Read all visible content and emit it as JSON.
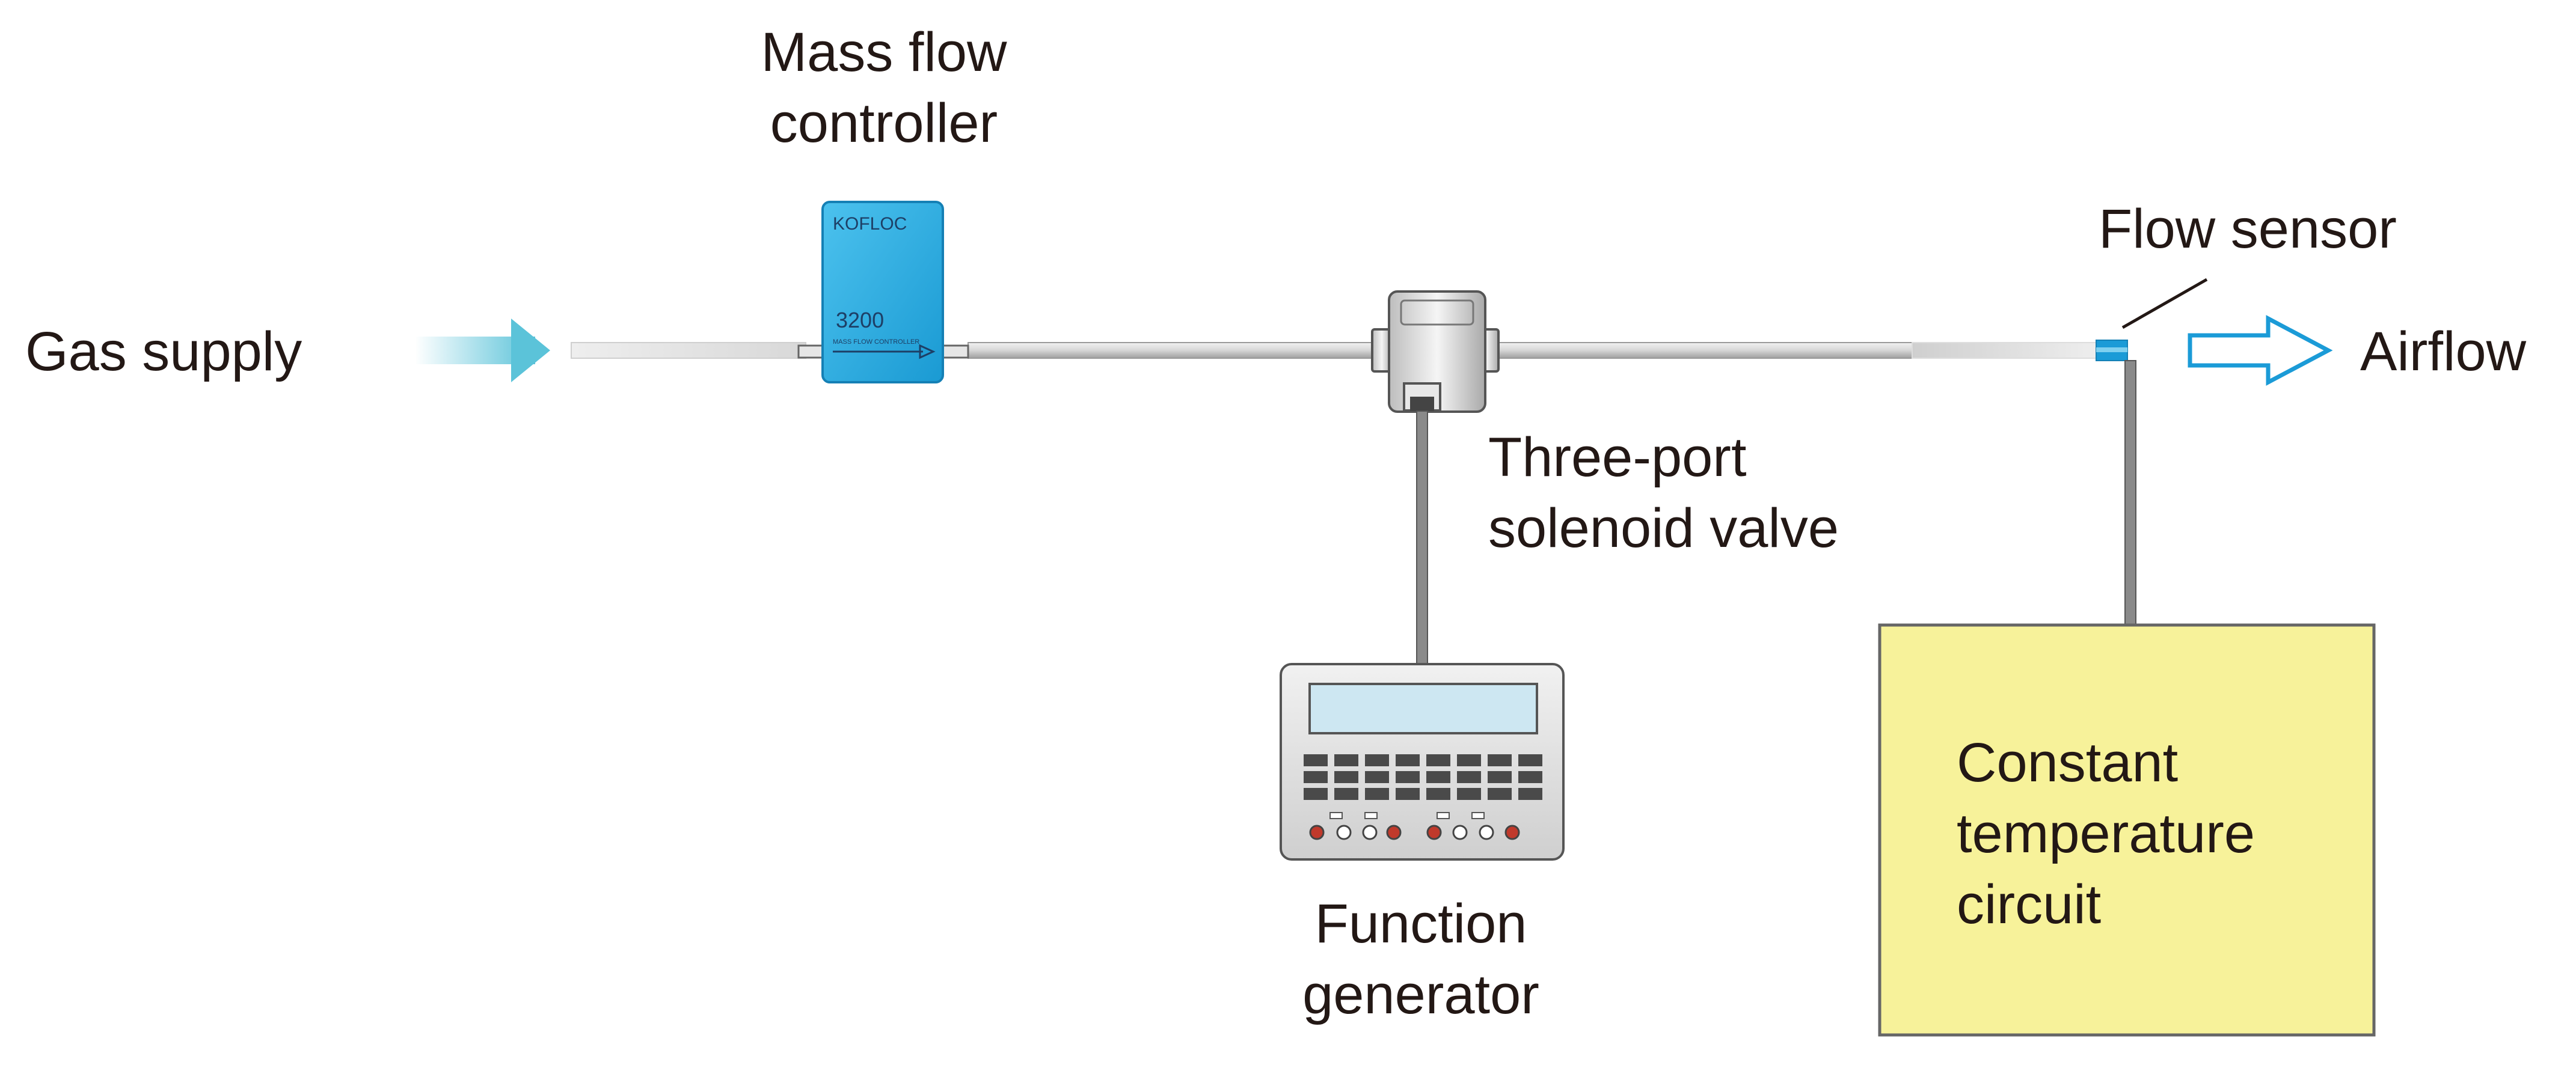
{
  "labels": {
    "gas_supply": "Gas supply",
    "mass_flow_controller": "Mass flow\ncontroller",
    "flow_sensor": "Flow sensor",
    "airflow": "Airflow",
    "solenoid_valve": "Three-port\nsolenoid valve",
    "function_generator": "Function\ngenerator",
    "constant_temperature_circuit": "Constant\ntemperature\ncircuit"
  },
  "device_text": {
    "mfc_brand": "KOFLOC",
    "mfc_model": "3200",
    "mfc_caption": "MASS FLOW CONTROLLER"
  },
  "colors": {
    "text": "#231815",
    "mfc_body": "#29a9df",
    "flow_arrow": "#5bc3d9",
    "sensor": "#1b9bd7",
    "circuit_box": "#f7f29a",
    "tube": "#c8c8c8",
    "wire": "#777777"
  }
}
